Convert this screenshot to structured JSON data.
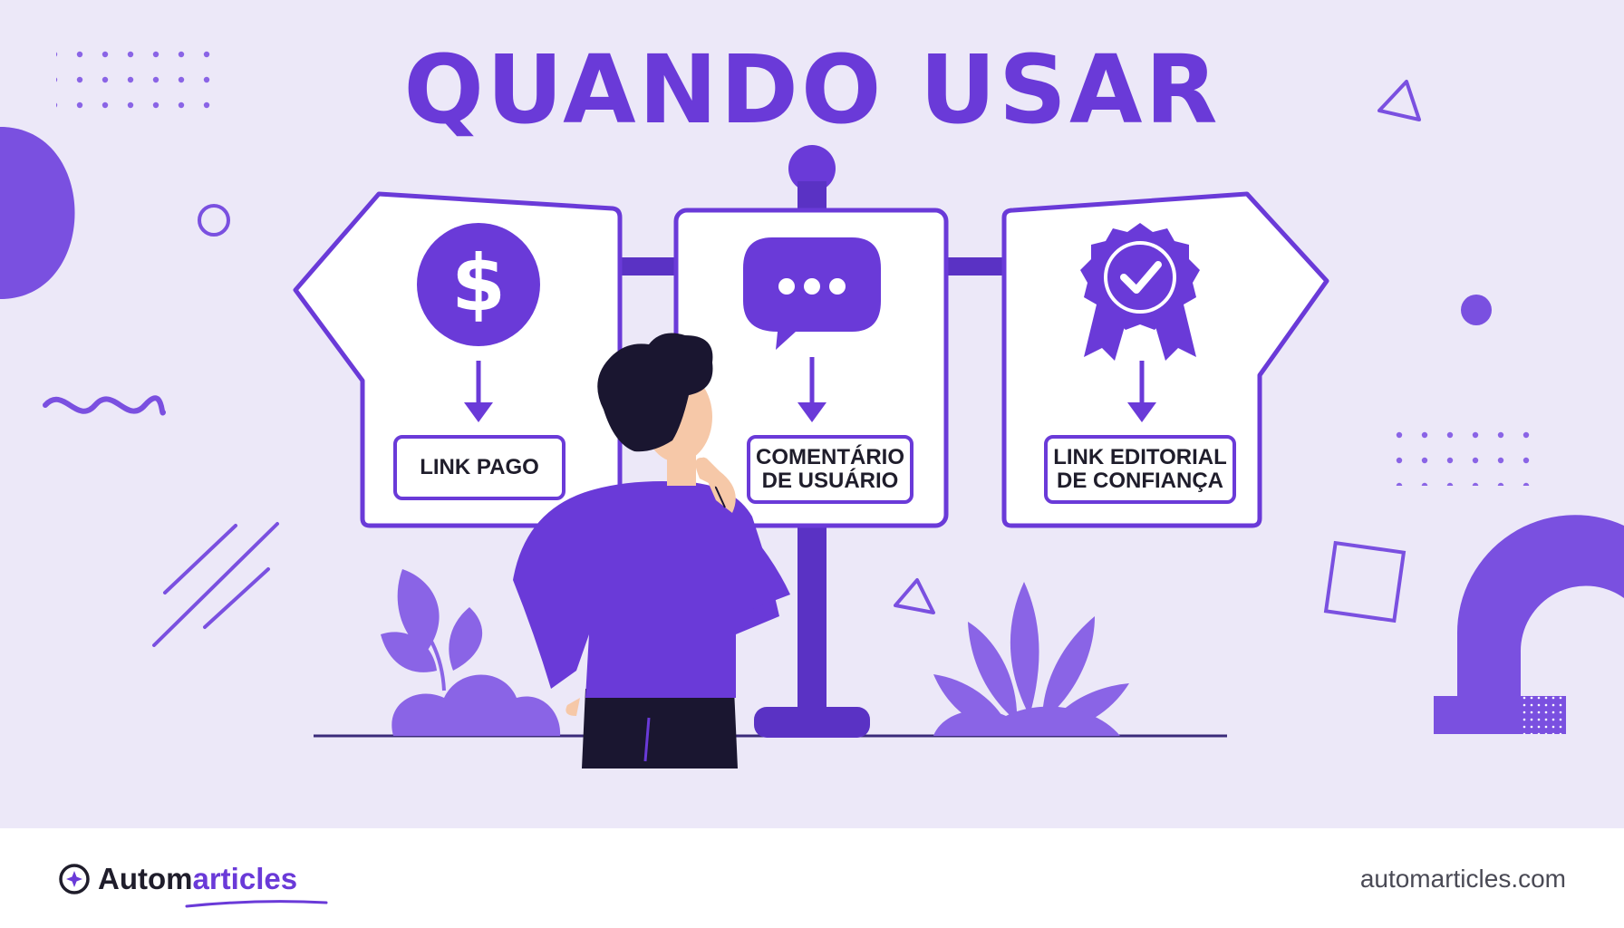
{
  "title": "QUANDO USAR",
  "signs": [
    {
      "label": "LINK PAGO",
      "icon": "dollar-icon"
    },
    {
      "label": "COMENTÁRIO\nDE USUÁRIO",
      "icon": "chat-bubble-icon"
    },
    {
      "label": "LINK EDITORIAL\nDE CONFIANÇA",
      "icon": "award-badge-icon"
    }
  ],
  "footer": {
    "brand_part1": "Autom",
    "brand_part2": "articles",
    "domain": "automarticles.com"
  },
  "colors": {
    "background": "#ece8f8",
    "accent": "#6a3ad8",
    "accent_light": "#8a64e6",
    "dark": "#1f1d2b",
    "footer_bg": "#ffffff"
  }
}
